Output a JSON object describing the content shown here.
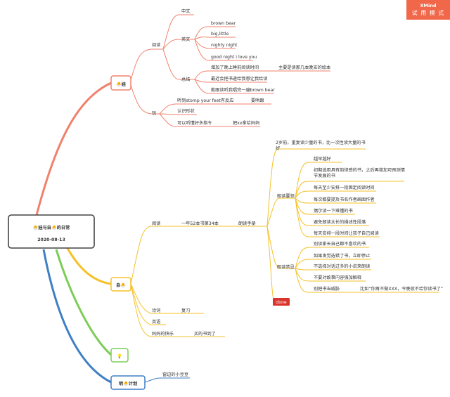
{
  "brand": {
    "name": "XMind",
    "badge": "试 用 模 式"
  },
  "root": {
    "line1": "🐣娃与自🐣的日常",
    "line2": "2020-08-13"
  },
  "branches": {
    "wa": {
      "label": "🐣娃",
      "reading": {
        "label": "阅读",
        "chinese": "中文",
        "english": {
          "label": "英文",
          "items": [
            "brown bear",
            "big,little",
            "nighty night",
            "good night i love you"
          ]
        },
        "summary": {
          "label": "总结",
          "items": [
            "增加了晚上睡前阅读时间",
            "最近会把书递给我想让我给读",
            "能跟读听我唱完一遍brown bear"
          ],
          "note": "主要是读那几本晚安的绘本"
        }
      },
      "play": {
        "label": "玩",
        "items": [
          "听到stomp your feet有反应",
          "认识形状",
          "可以听懂好多指令"
        ],
        "notes": [
          "要哄跟",
          "把xx拿给妈妈"
        ]
      }
    },
    "self": {
      "label": "自🐣",
      "reading": {
        "label": "阅读",
        "goal": "一年52本书第34本",
        "handbook": "朗读手册",
        "intro": [
          "2岁前，重复读少量的书，比一次性读大量的书",
          "好"
        ],
        "tips_label": "朗读要领",
        "tips": [
          "越早越好",
          "初期选用具有韵律感的书，之后再增加可预测情",
          "节发展的书",
          "每天至少安排一段固定阅读时间",
          "每次都要提及书名作者画图作者",
          "偶尔读一下难懂的书",
          "避免朗读太长的描述性段落",
          "每天安排一段时间让孩子自己阅读"
        ],
        "taboo_label": "朗读禁忌",
        "taboos": [
          "别读家长自己都不喜欢的书",
          "如果发觉选错了书，立即停止",
          "不选择对话过多的小说来朗读",
          "不要对故事内容强加解释",
          "别把书当威胁"
        ],
        "taboo_note": "比如“你再不做XXX，今晚就不给你读书了”",
        "done": "done"
      },
      "poetry": {
        "label": "诗词",
        "note": "复习"
      },
      "english": "英语",
      "mom": {
        "label": "妈妈的快乐",
        "note": "买的书到了"
      }
    },
    "bulb": {
      "label": "💡"
    },
    "tomorrow": {
      "label": "明🐣计划",
      "item": "窗边的小豆豆"
    }
  },
  "colors": {
    "red": "#f0826d",
    "yellow": "#f5c12a",
    "green": "#7ccd57",
    "blue": "#3f7fc4",
    "ribbon": "#f1674a",
    "done": "#d9342c"
  }
}
